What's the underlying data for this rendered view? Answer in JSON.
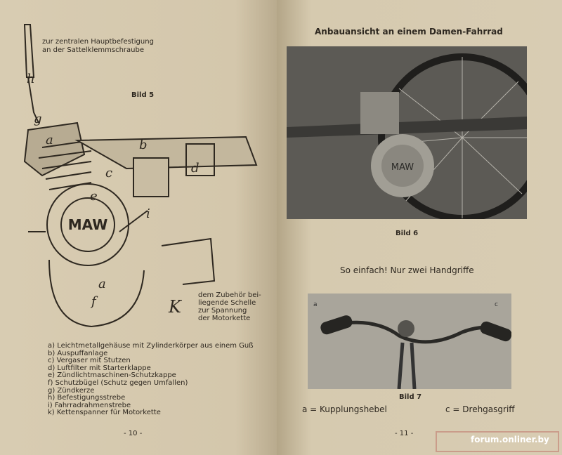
{
  "left_page": {
    "top_note": [
      "zur zentralen Hauptbefestigung",
      "an der Sattelklemmschraube"
    ],
    "figure_label": "Bild 5",
    "engine_brand": "MAW",
    "part_letters": [
      "h",
      "g",
      "a",
      "b",
      "c",
      "d",
      "e",
      "i",
      "a",
      "f",
      "K"
    ],
    "side_note": [
      "dem Zubehör bei-",
      "liegende Schelle",
      "zur Spannung",
      "der Motorkette"
    ],
    "legend": [
      "a) Leichtmetallgehäuse mit Zylinderkörper aus einem Guß",
      "b) Auspuffanlage",
      "c) Vergaser mit Stutzen",
      "d) Luftfilter mit Starterklappe",
      "e) Zündlichtmaschinen-Schutzkappe",
      "f) Schutzbügel (Schutz gegen Umfallen)",
      "g) Zündkerze",
      "h) Befestigungsstrebe",
      "i) Fahrradrahmenstrebe",
      "k) Kettenspanner für Motorkette"
    ],
    "page_number": "- 10 -"
  },
  "right_page": {
    "heading": "Anbauansicht an einem Damen-Fahrrad",
    "figure6_label": "Bild 6",
    "photo_brand": "MAW",
    "subheading": "So einfach!  Nur zwei Handgriffe",
    "photo_labels": [
      "a",
      "c"
    ],
    "figure7_label": "Bild 7",
    "caption_a": "a = Kupplungshebel",
    "caption_c": "c = Drehgasgriff",
    "page_number": "- 11 -"
  },
  "watermark": "forum.onliner.by"
}
